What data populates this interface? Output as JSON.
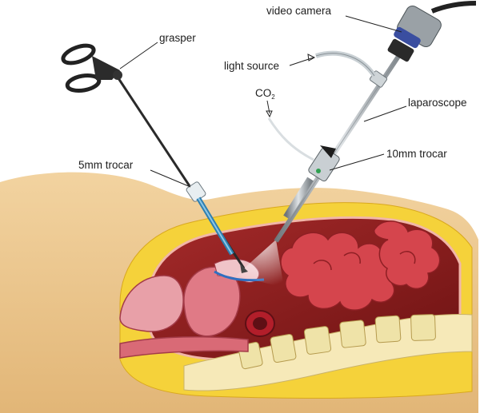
{
  "labels": {
    "video_camera": "video camera",
    "grasper": "grasper",
    "light_source": "light source",
    "co2_main": "CO",
    "co2_sub": "2",
    "laparoscope": "laparoscope",
    "trocar_5mm": "5mm trocar",
    "trocar_10mm": "10mm trocar"
  },
  "colors": {
    "skin": "#ecc486",
    "fat": "#f5d23a",
    "cavity": "#8a1c1c",
    "bowel": "#d5454d",
    "spine_bone": "#efe3a8",
    "instrument_metal": "#9ea4a8",
    "trocar_blue": "#2f7fb0"
  }
}
